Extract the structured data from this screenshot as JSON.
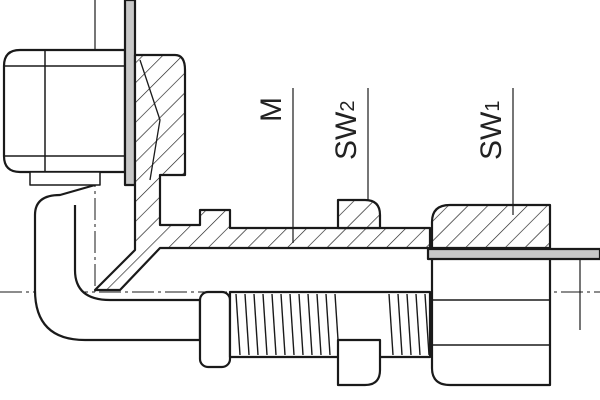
{
  "labels": {
    "m": "M",
    "sw2_main": "SW",
    "sw2_sub": "2",
    "sw1_main": "SW",
    "sw1_sub": "1"
  },
  "colors": {
    "line": "#1a1a1a",
    "tube": "#c8c8c8",
    "background": "#ffffff"
  }
}
